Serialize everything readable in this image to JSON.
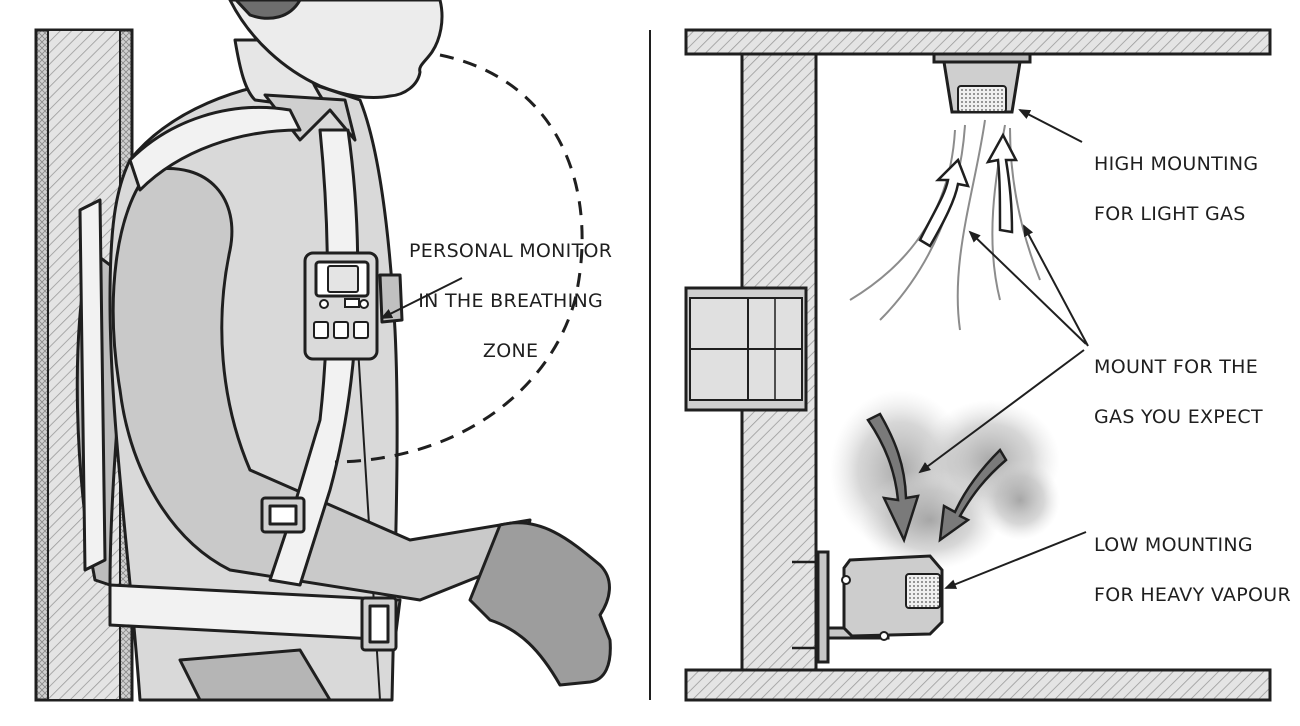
{
  "left_panel": {
    "callout": {
      "line1": "PERSONAL MONITOR",
      "line2": "IN THE BREATHING",
      "line3": "ZONE"
    },
    "device_icon": "gas-monitor-icon"
  },
  "right_panel": {
    "labels": {
      "high": {
        "line1": "HIGH MOUNTING",
        "line2": "FOR LIGHT GAS"
      },
      "mount": {
        "line1": "MOUNT FOR THE",
        "line2": "GAS YOU EXPECT"
      },
      "low": {
        "line1": "LOW MOUNTING",
        "line2": "FOR HEAVY VAPOUR"
      }
    },
    "ceiling_sensor_icon": "ceiling-gas-detector-icon",
    "wall_sensor_icon": "wall-gas-detector-icon"
  },
  "colors": {
    "ink": "#1f1f1f",
    "fill_light": "#d9d9d9",
    "fill_mid": "#bdbdbd",
    "fill_dark": "#8c8c8c",
    "hatch": "#9a9a9a"
  }
}
